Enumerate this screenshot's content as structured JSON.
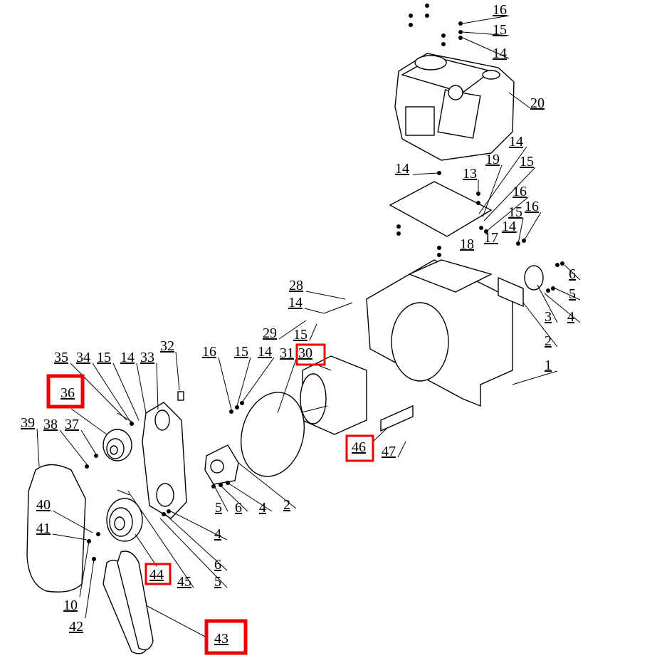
{
  "diagram": {
    "type": "exploded-parts-view",
    "labels": [
      "16",
      "15",
      "14",
      "20",
      "14",
      "19",
      "15",
      "14",
      "13",
      "16",
      "15",
      "16",
      "14",
      "17",
      "18",
      "6",
      "5",
      "3",
      "4",
      "2",
      "1",
      "28",
      "14",
      "29",
      "15",
      "30",
      "16",
      "15",
      "14",
      "31",
      "32",
      "35",
      "34",
      "15",
      "14",
      "33",
      "36",
      "39",
      "38",
      "37",
      "46",
      "47",
      "5",
      "6",
      "4",
      "2",
      "40",
      "41",
      "4",
      "6",
      "5",
      "44",
      "45",
      "10",
      "42",
      "43"
    ],
    "highlighted_parts": [
      "36",
      "30",
      "46",
      "44",
      "43"
    ],
    "highlight_color": "#e60000"
  }
}
